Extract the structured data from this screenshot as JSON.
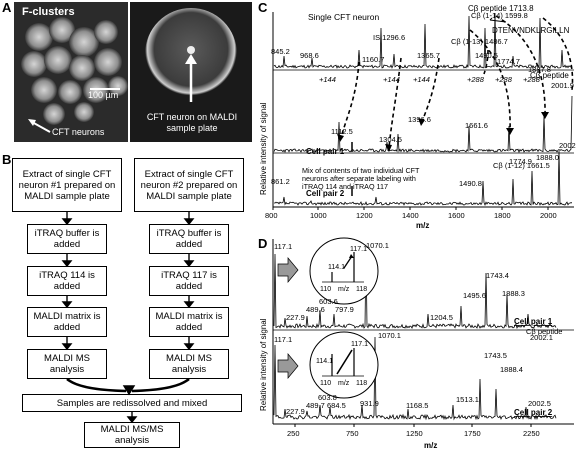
{
  "panels": {
    "a": "A",
    "b": "B",
    "c": "C",
    "d": "D"
  },
  "panel_a": {
    "left_title": "F-clusters",
    "scale_bar": "100 µm",
    "left_label": "CFT neurons",
    "right_label": "CFT neuron on MALDI sample plate"
  },
  "flowchart": {
    "col1": [
      "Extract of single CFT neuron #1 prepared on MALDI sample plate",
      "iTRAQ buffer is added",
      "iTRAQ 114 is added",
      "MALDI matrix is added",
      "MALDI MS analysis"
    ],
    "col2": [
      "Extract of single CFT neuron #2 prepared on MALDI sample plate",
      "iTRAQ buffer is added",
      "iTRAQ 117 is added",
      "MALDI matrix is added",
      "MALDI MS analysis"
    ],
    "merge": "Samples are redissolved and mixed",
    "final": "MALDI MS/MS analysis"
  },
  "panel_c": {
    "title": "Single CFT neuron",
    "ylabel": "Relative intensity of signal",
    "xlabel": "m/z",
    "xticks": [
      "800",
      "1000",
      "1200",
      "1400",
      "1600",
      "1800",
      "2000"
    ],
    "peptide_label": "Cβ peptide 1713.8",
    "sequence": "DTENVNDKLRGILLN",
    "cbeta_label": "Cβ peptide",
    "mix_text": "Mix of contents of two individual CFT neurons after separate labeling with iTRAQ 114 and iTRAQ 117",
    "cell_pair_1": "Cell pair 1",
    "cell_pair_2": "Cell pair 2",
    "top_labels": [
      "845.2",
      "968.6",
      "IS 1296.6",
      "1160.7",
      "1365.7",
      "Cβ (1-13) 1486.7",
      "Cβ (1-14) 1599.8",
      "1490.5",
      "1774.7",
      "1887.8",
      "2001.9"
    ],
    "shift_labels": [
      "+144",
      "+144",
      "+144",
      "+288",
      "+288",
      "+288"
    ],
    "mid_labels": [
      "1112.5",
      "1304.5",
      "1396.6",
      "1661.6"
    ],
    "bottom_labels": [
      "861.2",
      "1490.8",
      "Cβ (1-12) 1661.5",
      "1774.9",
      "1888.0",
      "2002.0"
    ]
  },
  "panel_d": {
    "ylabel": "Relative intensity of signal",
    "xlabel": "m/z",
    "xticks": [
      "250",
      "750",
      "1250",
      "1750",
      "2250"
    ],
    "inset_xlabel": "m/z",
    "inset_ticks": [
      "110",
      "118"
    ],
    "inset_peaks": [
      "114.1",
      "117.1"
    ],
    "cell_pair_1": "Cell pair 1",
    "cell_pair_2": "Cell pair 2",
    "cbeta": "Cβ peptide",
    "top_labels": [
      "117.1",
      "227.9",
      "489.6",
      "603.6",
      "797.9",
      "1070.1",
      "1204.5",
      "1495.6",
      "1743.4",
      "1888.3",
      "2002.1"
    ],
    "bottom_labels": [
      "117.1",
      "227.9",
      "489.7",
      "603.8",
      "684.5",
      "931.9",
      "1070.1",
      "1168.5",
      "1513.1",
      "1743.5",
      "1888.4",
      "2002.5"
    ]
  }
}
